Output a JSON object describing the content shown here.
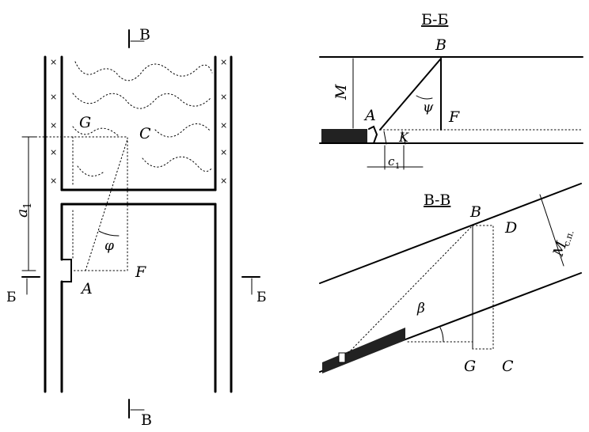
{
  "plan": {
    "section_top": "В",
    "section_bottom": "В",
    "section_left": "Б",
    "section_right": "Б",
    "point_g": "G",
    "point_c": "C",
    "point_a": "A",
    "point_f": "F",
    "angle": "φ",
    "dimension": "a",
    "dimension_sub": "1"
  },
  "section_bb": {
    "title": "Б-Б",
    "point_b": "B",
    "point_a": "A",
    "point_f": "F",
    "point_k": "K",
    "thickness": "M",
    "angle": "ψ",
    "dimension": "c",
    "dimension_sub": "1"
  },
  "section_vv": {
    "title": "В-В",
    "point_b": "B",
    "point_d": "D",
    "point_g": "G",
    "point_c": "C",
    "angle": "β",
    "thickness": "M",
    "thickness_sub": "с.п."
  }
}
